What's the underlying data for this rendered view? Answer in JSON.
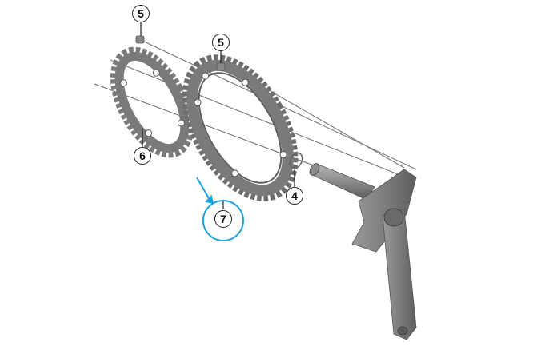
{
  "diagram": {
    "type": "exploded-parts-view",
    "subject": "crankset",
    "highlight_color": "#1aa3dc",
    "part_color": "#7a7a7a",
    "callouts": [
      {
        "id": "callout-5a",
        "label": "5",
        "part": "chainring-bolt"
      },
      {
        "id": "callout-5b",
        "label": "5",
        "part": "chainring-bolt"
      },
      {
        "id": "callout-6",
        "label": "6",
        "part": "small-chainring"
      },
      {
        "id": "callout-4",
        "label": "4",
        "part": "o-ring"
      },
      {
        "id": "callout-7",
        "label": "7",
        "part": "large-chainring",
        "highlighted": true
      }
    ]
  }
}
